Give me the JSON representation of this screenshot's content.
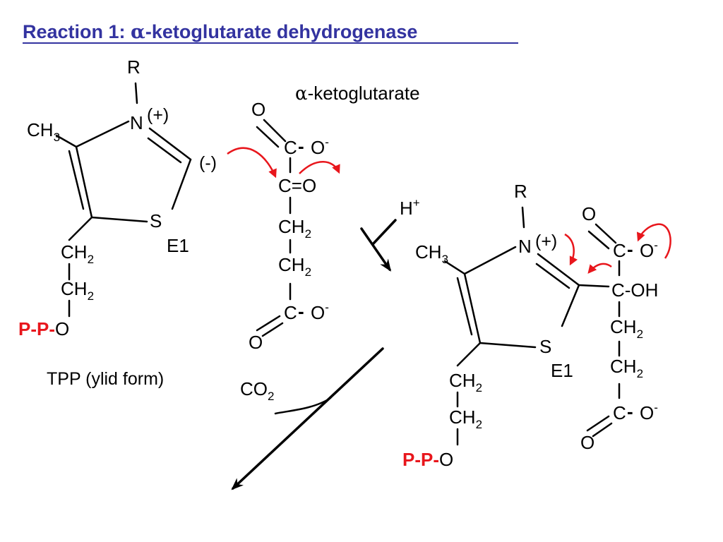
{
  "title": {
    "prefix": "Reaction 1: ",
    "alpha": "α",
    "suffix": "-ketoglutarate dehydrogenase",
    "color": "#3333a0"
  },
  "colors": {
    "red": "#e8161c",
    "text": "#000000"
  },
  "tpp": {
    "R": "R",
    "N": "N",
    "plus": "(+)",
    "CH": "CH",
    "sub3": "3",
    "S": "S",
    "E1": "E1",
    "CH2a_main": "CH",
    "CH2a_sub": "2",
    "CH2b_main": "CH",
    "CH2b_sub": "2",
    "PP": "P-P-",
    "O": "O",
    "caption": "TPP (ylid form)",
    "carbanion": "(-)"
  },
  "akg": {
    "label_alpha": "α",
    "label_rest": "-ketoglutarate",
    "O_top": "O",
    "C1": "C",
    "Ominus": "O",
    "minus": "-",
    "C2": "C=O",
    "CH2a": "CH",
    "CH2a_sub": "2",
    "CH2b": "CH",
    "CH2b_sub": "2",
    "C5": "C",
    "O5minus": "O",
    "minus5": "-",
    "O_bottom": "O"
  },
  "proton": {
    "H": "H",
    "plus": "+"
  },
  "co2": {
    "main": "CO",
    "sub": "2"
  },
  "adduct": {
    "R": "R",
    "N": "N",
    "plus": "(+)",
    "CH": "CH",
    "sub3": "3",
    "S": "S",
    "E1": "E1",
    "CH2a_main": "CH",
    "CH2a_sub": "2",
    "CH2b_main": "CH",
    "CH2b_sub": "2",
    "PP": "P-P-",
    "O": "O",
    "O_top": "O",
    "C1": "C",
    "Ominus": "O",
    "minus": "-",
    "COH": "C-OH",
    "CH2c": "CH",
    "CH2c_sub": "2",
    "CH2d": "CH",
    "CH2d_sub": "2",
    "C5": "C",
    "O5minus": "O",
    "minus5": "-",
    "O_bottom": "O"
  }
}
